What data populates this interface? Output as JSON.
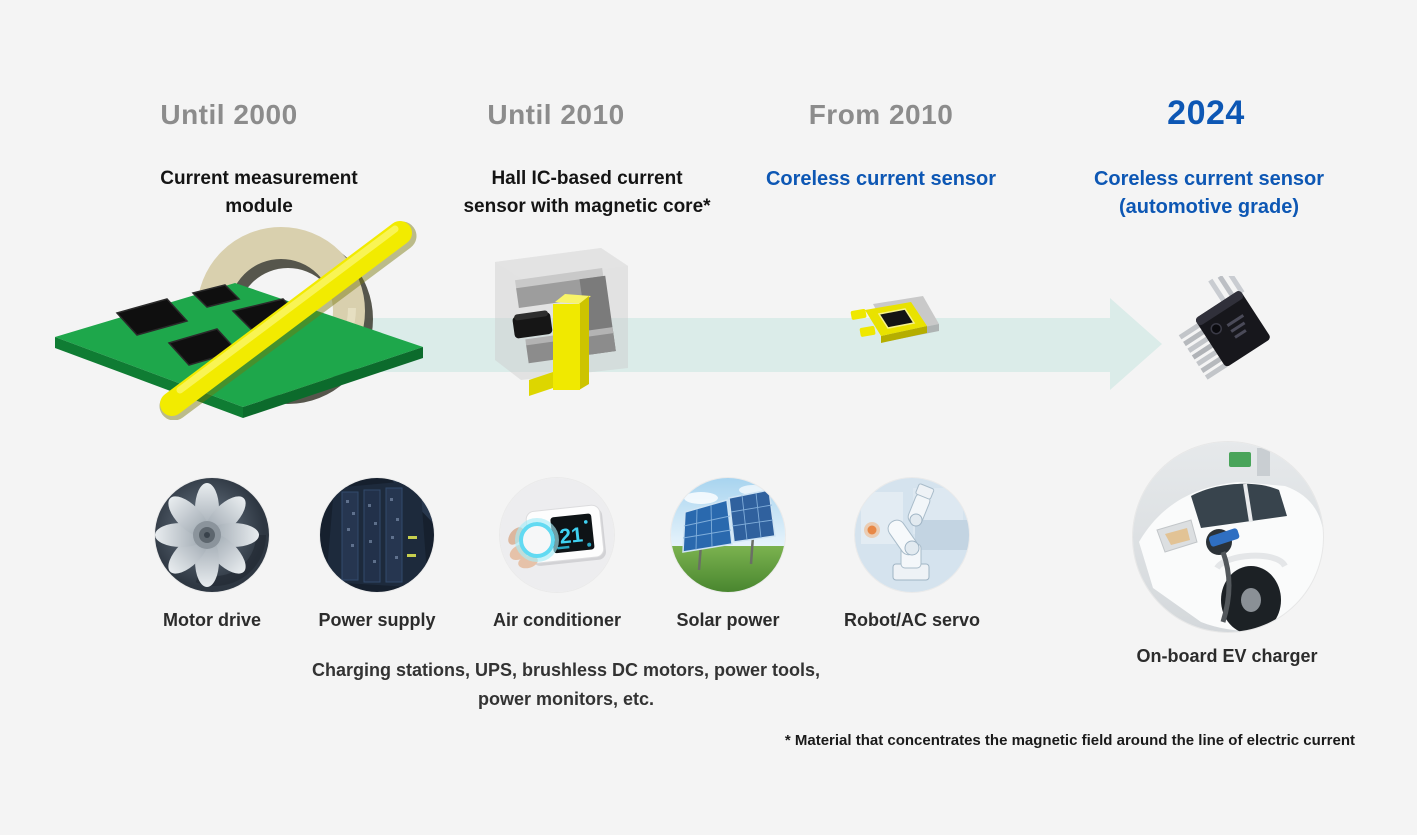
{
  "palette": {
    "background": "#f4f4f4",
    "arrow_band": "#dbece9",
    "period_gray": "#8c8c8c",
    "accent_blue": "#0d57b4",
    "text_black": "#141414"
  },
  "timeline": {
    "stages": [
      {
        "period": "Until 2000",
        "label": "Current measurement module",
        "label_color": "#141414",
        "icon": "current-measurement-module-icon"
      },
      {
        "period": "Until 2010",
        "label": "Hall IC-based current sensor with magnetic core*",
        "label_color": "#141414",
        "icon": "hall-ic-core-sensor-icon"
      },
      {
        "period": "From 2010",
        "label": "Coreless current sensor",
        "label_color": "#0d57b4",
        "icon": "coreless-sensor-icon"
      },
      {
        "period": "2024",
        "label": "Coreless current sensor (automotive grade)",
        "label_color": "#0d57b4",
        "icon": "automotive-chip-icon"
      }
    ]
  },
  "applications": [
    {
      "label": "Motor drive",
      "icon": "motor-fan-photo-icon"
    },
    {
      "label": "Power supply",
      "icon": "power-supply-photo-icon"
    },
    {
      "label": "Air conditioner",
      "icon": "thermostat-photo-icon",
      "display_value": "21"
    },
    {
      "label": "Solar power",
      "icon": "solar-panel-photo-icon"
    },
    {
      "label": "Robot/AC servo",
      "icon": "robot-arm-photo-icon"
    }
  ],
  "applications_note": "Charging stations, UPS, brushless DC motors, power tools, power monitors, etc.",
  "highlight_application": {
    "label": "On-board EV charger",
    "icon": "ev-charging-photo-icon"
  },
  "footnote": "* Material that concentrates the magnetic field around the line of electric current"
}
